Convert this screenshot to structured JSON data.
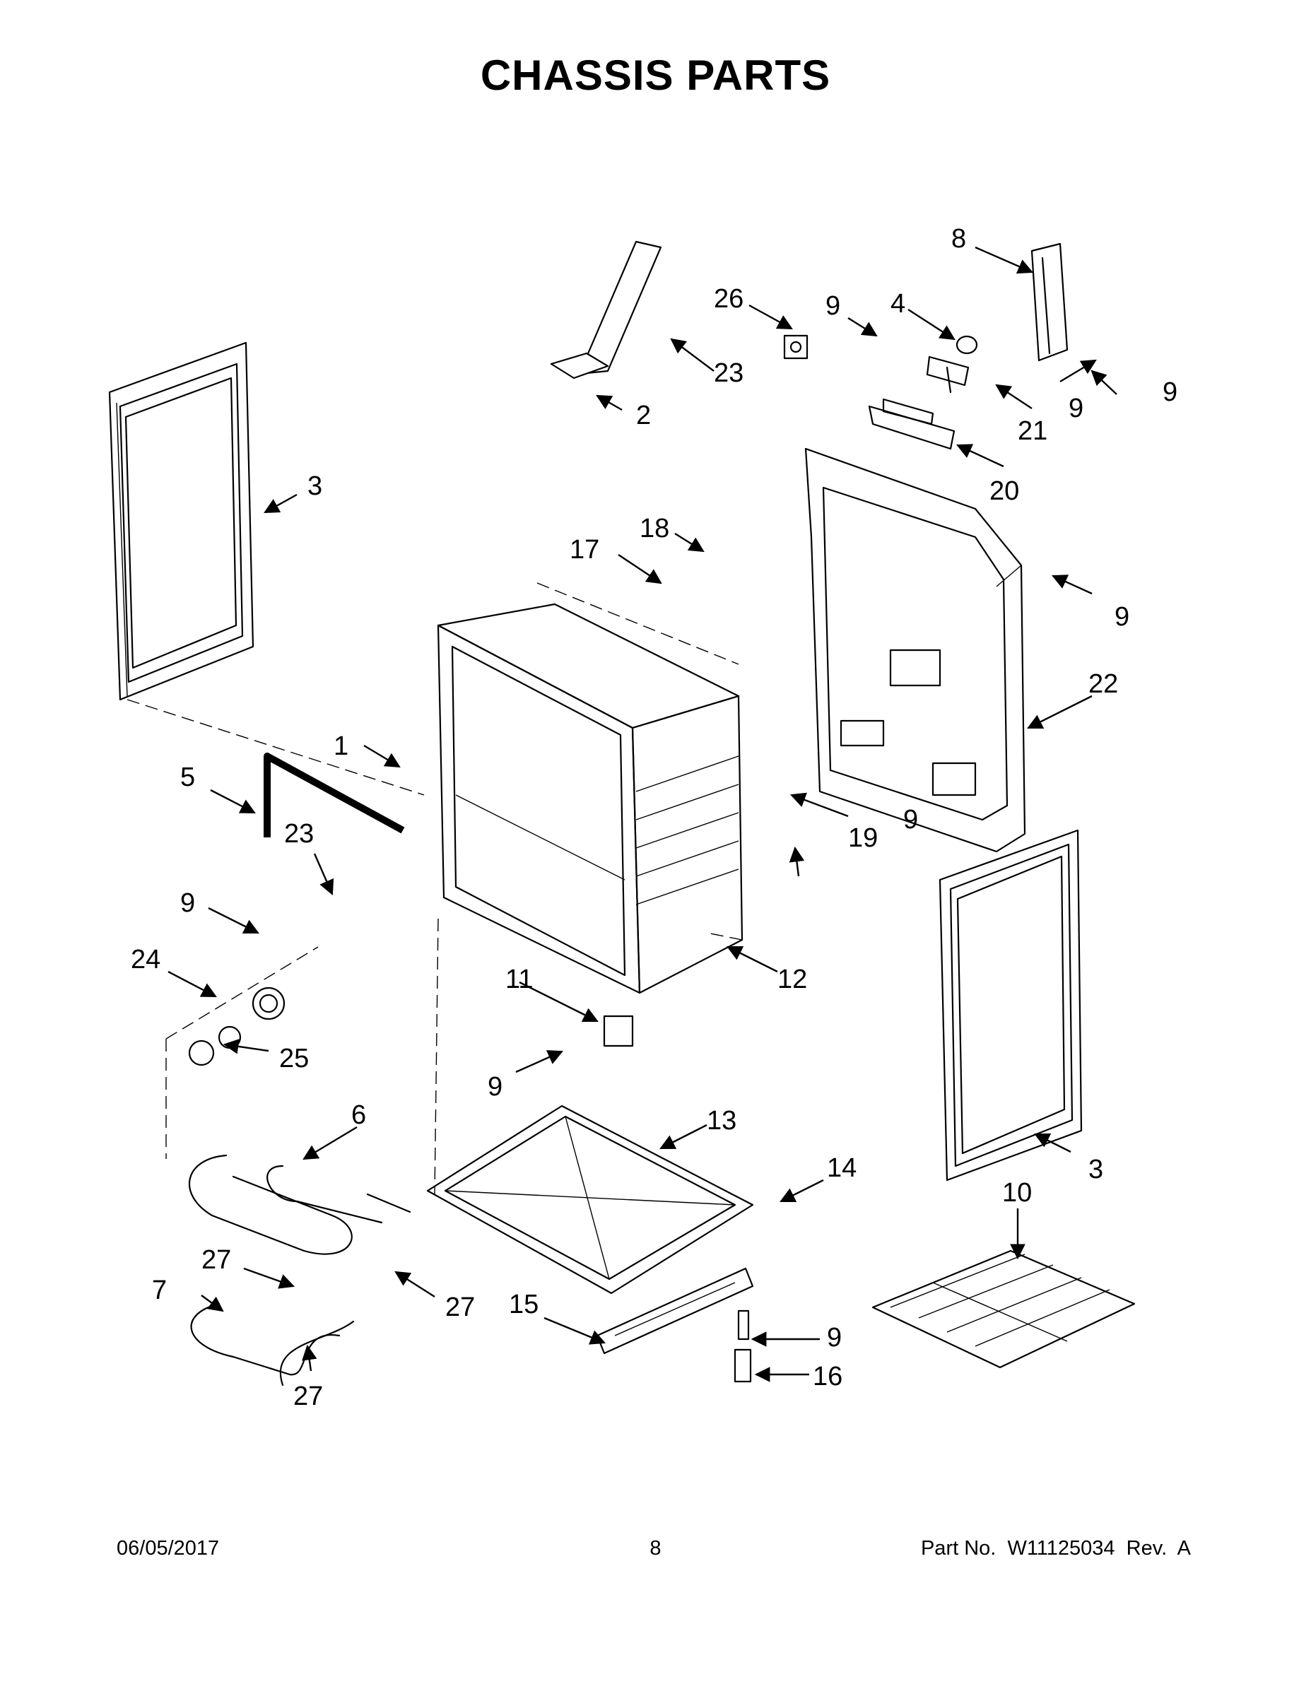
{
  "title": "CHASSIS PARTS",
  "footer": {
    "date": "06/05/2017",
    "page": "8",
    "part_number": "Part No.  W11125034  Rev.  A"
  },
  "callouts": [
    "1",
    "2",
    "3",
    "3",
    "4",
    "5",
    "6",
    "7",
    "8",
    "9",
    "9",
    "9",
    "9",
    "9",
    "9",
    "9",
    "9",
    "10",
    "11",
    "12",
    "13",
    "14",
    "15",
    "16",
    "17",
    "18",
    "19",
    "20",
    "21",
    "22",
    "23",
    "23",
    "24",
    "25",
    "26",
    "27",
    "27",
    "27"
  ]
}
